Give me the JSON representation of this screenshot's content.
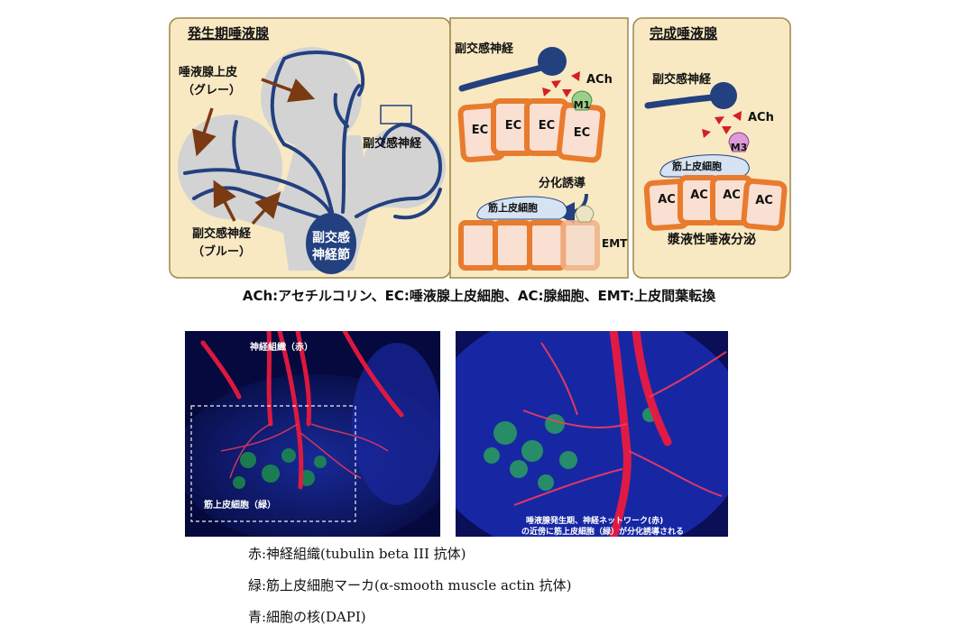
{
  "panel_left": {
    "title": "発生期唾液腺",
    "epithelium_label_1": "唾液腺上皮",
    "epithelium_label_2": "（グレー）",
    "nerve_label_1": "副交感神経",
    "nerve_label_2": "（ブルー）",
    "ganglion_label_1": "副交感",
    "ganglion_label_2": "神経節",
    "zoom_label": "副交感神経"
  },
  "panel_middle": {
    "nerve_label": "副交感神経",
    "ach_label": "ACh",
    "receptor_label": "M1",
    "ec_cells": [
      "EC",
      "EC",
      "EC",
      "EC"
    ],
    "differentiation_label": "分化誘導",
    "myoepithelial_label": "筋上皮細胞",
    "emt_label": "EMT"
  },
  "panel_right": {
    "title": "完成唾液腺",
    "nerve_label": "副交感神経",
    "ach_label": "ACh",
    "receptor_label": "M3",
    "myoepithelial_label": "筋上皮細胞",
    "ac_cells": [
      "AC",
      "AC",
      "AC",
      "AC"
    ],
    "secretion_label": "漿液性唾液分泌"
  },
  "abbreviations": "ACh:アセチルコリン、EC:唾液腺上皮細胞、AC:腺細胞、EMT:上皮間葉転換",
  "micrographs": {
    "left_label_top": "神経組織（赤）",
    "left_label_bottom": "筋上皮細胞（緑）",
    "right_caption_1": "唾液腺発生期、神経ネットワーク(赤)",
    "right_caption_2": "の近傍に筋上皮細胞（緑）が分化誘導される"
  },
  "legend": {
    "red": "赤:神経組織(tubulin beta III 抗体)",
    "green": "緑:筋上皮細胞マーカ(α-smooth muscle actin 抗体)",
    "blue": "青:細胞の核(DAPI)"
  },
  "colors": {
    "panel_bg": "#f8e9c3",
    "panel_border": "#a0864a",
    "epithelium_gray": "#d3d3d3",
    "nerve_blue": "#23407f",
    "arrow_brown": "#7a3a12",
    "cell_orange": "#e87b2d",
    "cell_fill": "#f9e0d2",
    "myo_fill": "#d5e3f3",
    "ach_red": "#d41f26",
    "m1_green": "#9bcf8c",
    "m3_pink": "#dc9ad8",
    "micro_bg": "#06093d"
  }
}
